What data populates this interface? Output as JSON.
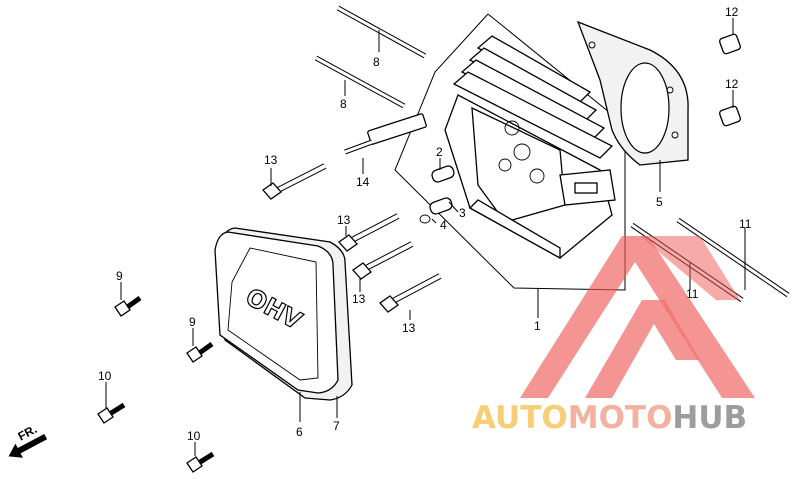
{
  "diagram": {
    "parts": [
      {
        "id": "part-1",
        "ref": "1"
      },
      {
        "id": "part-2",
        "ref": "2"
      },
      {
        "id": "part-3",
        "ref": "3"
      },
      {
        "id": "part-4",
        "ref": "4"
      },
      {
        "id": "part-5",
        "ref": "5"
      },
      {
        "id": "part-6",
        "ref": "6"
      },
      {
        "id": "part-7",
        "ref": "7"
      },
      {
        "id": "part-8a",
        "ref": "8"
      },
      {
        "id": "part-8b",
        "ref": "8"
      },
      {
        "id": "part-9a",
        "ref": "9"
      },
      {
        "id": "part-9b",
        "ref": "9"
      },
      {
        "id": "part-10a",
        "ref": "10"
      },
      {
        "id": "part-10b",
        "ref": "10"
      },
      {
        "id": "part-11a",
        "ref": "11"
      },
      {
        "id": "part-11b",
        "ref": "11"
      },
      {
        "id": "part-12a",
        "ref": "12"
      },
      {
        "id": "part-12b",
        "ref": "12"
      },
      {
        "id": "part-13a",
        "ref": "13"
      },
      {
        "id": "part-13b",
        "ref": "13"
      },
      {
        "id": "part-13c",
        "ref": "13"
      },
      {
        "id": "part-13d",
        "ref": "13"
      },
      {
        "id": "part-14",
        "ref": "14"
      }
    ],
    "cover_text": "OHV",
    "direction_label": "FR."
  },
  "watermark": {
    "word_1": "AUTO",
    "word_2": "MOTO",
    "word_3": "HUB",
    "colors": {
      "auto": "#f6c55f",
      "moto": "#f2a58f",
      "hub": "#8c8c8c",
      "logo": "#ef5a55"
    }
  }
}
